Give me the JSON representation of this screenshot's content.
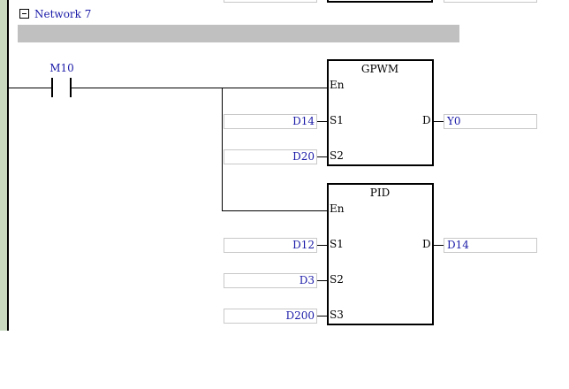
{
  "network": {
    "title": "Network 7"
  },
  "contact": {
    "label": "M10"
  },
  "blocks": [
    {
      "title": "GPWM",
      "en": "En",
      "out": "D",
      "inputs": [
        {
          "pin": "S1",
          "operand": "D14"
        },
        {
          "pin": "S2",
          "operand": "D20"
        }
      ],
      "output": "Y0"
    },
    {
      "title": "PID",
      "en": "En",
      "out": "D",
      "inputs": [
        {
          "pin": "S1",
          "operand": "D12"
        },
        {
          "pin": "S2",
          "operand": "D3"
        },
        {
          "pin": "S3",
          "operand": "D200"
        }
      ],
      "output": "D14"
    }
  ]
}
